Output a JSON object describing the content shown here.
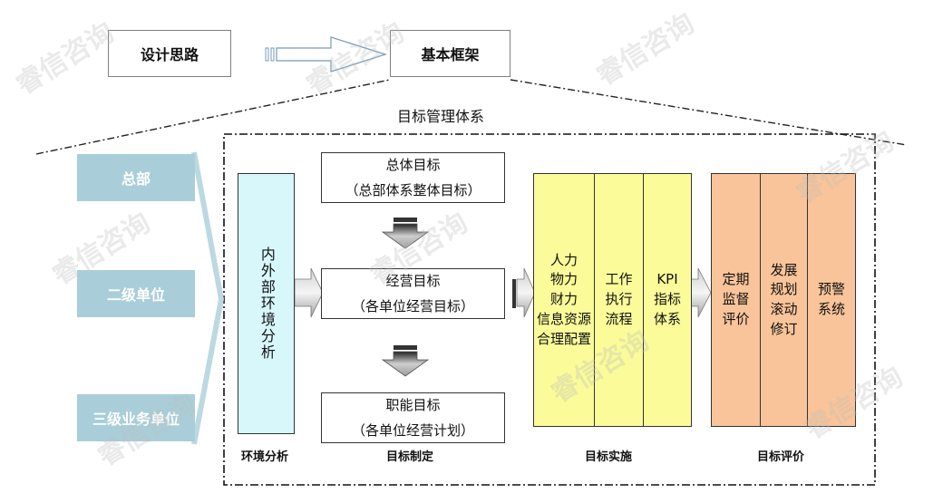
{
  "top": {
    "design_label": "设计思路",
    "framework_label": "基本框架"
  },
  "system_title": "目标管理体系",
  "side": [
    "总部",
    "二级单位",
    "三级业务单位"
  ],
  "env": {
    "text": "内外部环境分析"
  },
  "goals": [
    {
      "line1": "总体目标",
      "line2": "（总部体系整体目标）"
    },
    {
      "line1": "经营目标",
      "line2": "（各单位经营目标）"
    },
    {
      "line1": "职能目标",
      "line2": "（各单位经营计划）"
    }
  ],
  "implement": [
    {
      "lines": [
        "人力",
        "物力",
        "财力",
        "信息资源",
        "合理配置"
      ]
    },
    {
      "lines": [
        "工作",
        "执行",
        "流程"
      ]
    },
    {
      "lines": [
        "KPI",
        "指标",
        "体系"
      ]
    }
  ],
  "evaluate": [
    {
      "lines": [
        "定期",
        "监督",
        "评价"
      ]
    },
    {
      "lines": [
        "发展",
        "规划",
        "滚动",
        "修订"
      ]
    },
    {
      "lines": [
        "预警",
        "系统"
      ]
    }
  ],
  "footer": [
    "环境分析",
    "目标制定",
    "目标实施",
    "目标评价"
  ],
  "watermark": "睿信咨询",
  "colors": {
    "side": "#a9ced9",
    "env": "#d7f7fb",
    "implement": "#fbfb9a",
    "evaluate": "#f9c499"
  }
}
